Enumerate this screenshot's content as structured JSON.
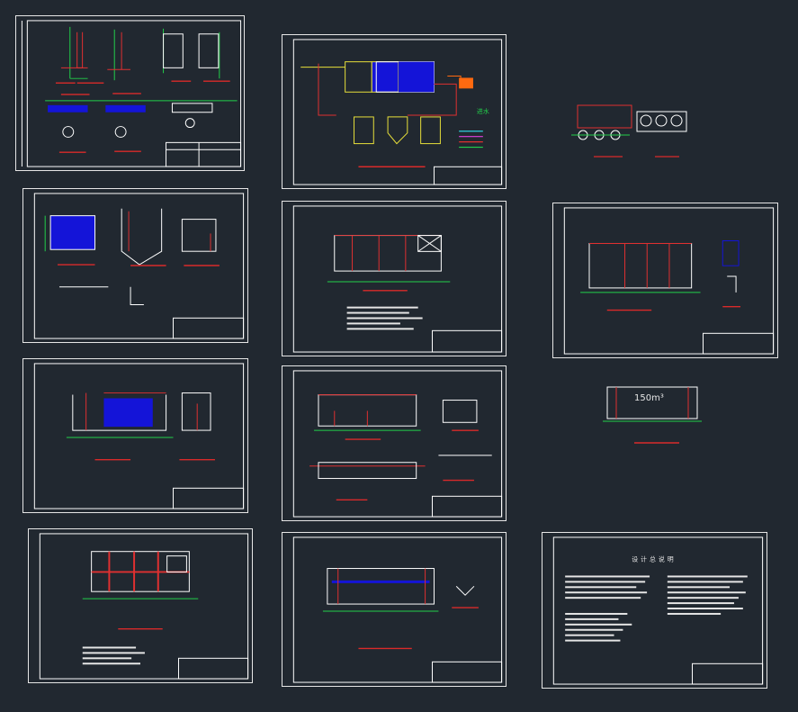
{
  "sheets": {
    "general_notes": {
      "title": "设计总说明"
    },
    "flow": {
      "inflow_label": "进水"
    },
    "tank_section": {
      "volume_label": "150m³"
    }
  },
  "colors": {
    "background": "#212830",
    "sheet_border": "#e6e6e6",
    "frame": "#ffffff",
    "dimension": "#22d04a",
    "wall": "#e03030",
    "fill_blue": "#1414d8",
    "label_underline": "#d92a2a",
    "accent_yellow": "#e8e03a",
    "accent_cyan": "#2fd0e0",
    "accent_magenta": "#e040e0",
    "accent_orange": "#ff6a10"
  }
}
